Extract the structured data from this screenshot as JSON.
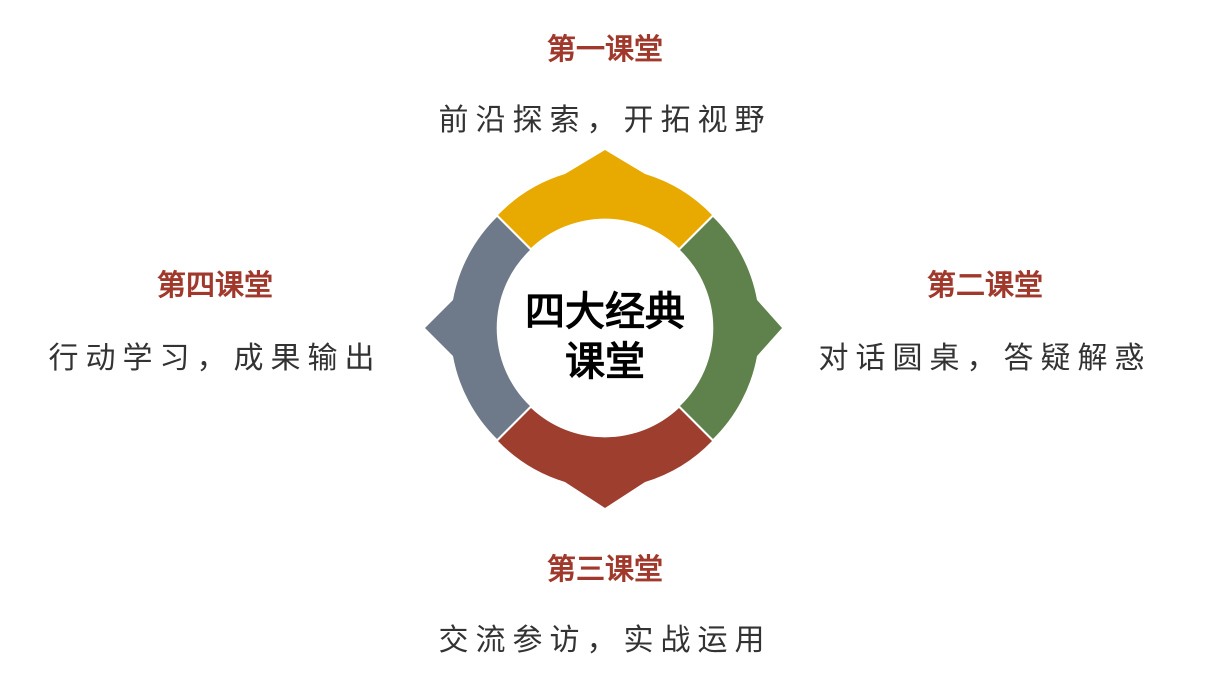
{
  "center": {
    "line1": "四大经典",
    "line2": "课堂"
  },
  "segments": [
    {
      "title": "第一课堂",
      "description": "前沿探索，开拓视野",
      "color": "#e8a900"
    },
    {
      "title": "第二课堂",
      "description": "对话圆桌，答疑解惑",
      "color": "#5f814c"
    },
    {
      "title": "第三课堂",
      "description": "交流参访，实战运用",
      "color": "#9e3e2f"
    },
    {
      "title": "第四课堂",
      "description": "行动学习，成果输出",
      "color": "#6e7a8a"
    }
  ],
  "colors": {
    "title": "#a0392c",
    "description": "#333333"
  }
}
